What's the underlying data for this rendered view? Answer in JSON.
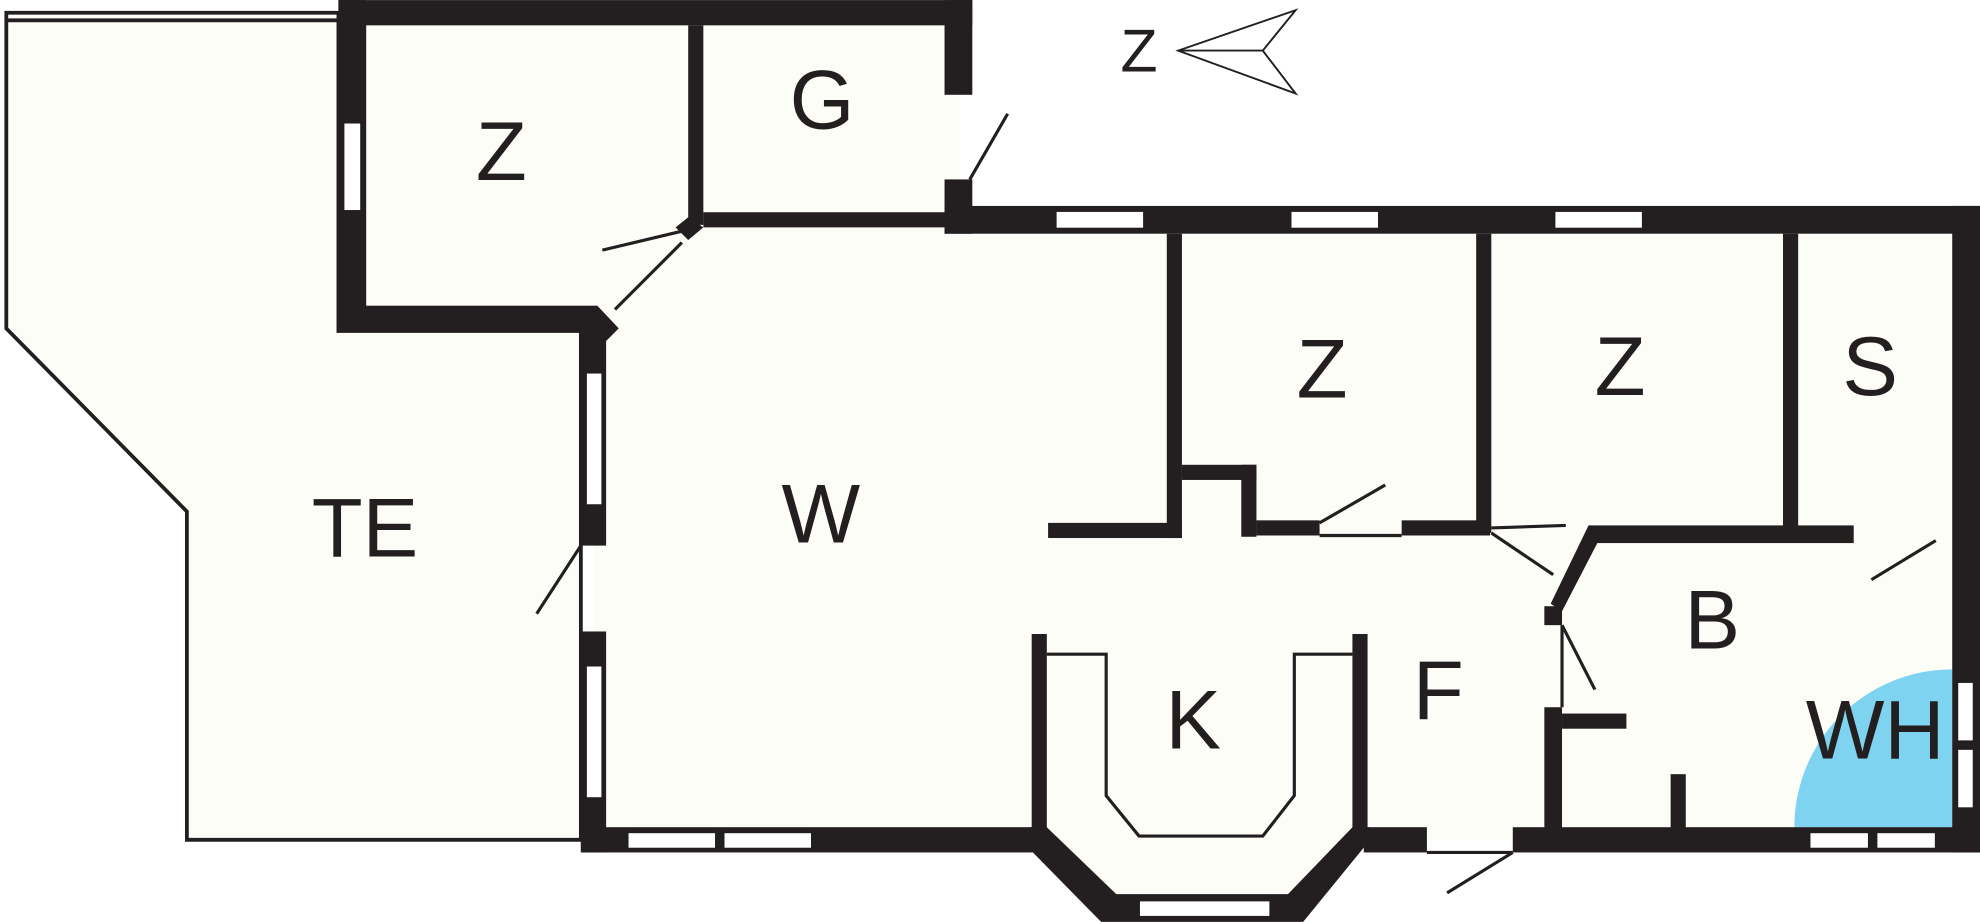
{
  "compass": {
    "label": "Z"
  },
  "rooms": {
    "te": "TE",
    "w": "W",
    "z1": "Z",
    "g": "G",
    "z2": "Z",
    "z3": "Z",
    "s": "S",
    "b": "B",
    "f": "F",
    "k": "K",
    "wh": "WH"
  },
  "colors": {
    "wall": "#231f20",
    "floor": "#fdfdf8",
    "wh_highlight": "#7dd3f0"
  }
}
